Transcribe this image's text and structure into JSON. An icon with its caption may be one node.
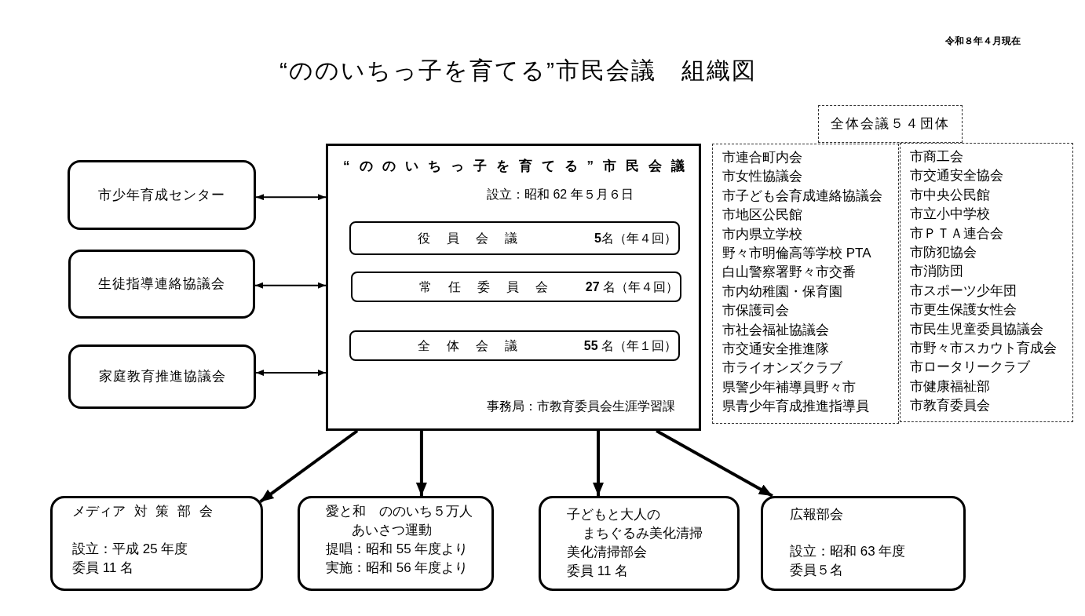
{
  "diagram": {
    "title": "“ののいちっ子を育てる”市民会議　組織図",
    "nodes": [
      {
        "text": [
          "“ののいちっ子を育てる”市民会議",
          "設立：昭和 62 年５月６日",
          "事務局：市教育委員会生涯学習課"
        ]
      },
      {
        "text": [
          "役員会議",
          "**5**名（年４回）"
        ],
        "in": 0
      },
      {
        "text": [
          "常任委員会",
          "**27** 名（年４回）"
        ],
        "in": 0
      },
      {
        "text": [
          "全体会議",
          "**55** 名（年１回）"
        ],
        "in": 0
      },
      {
        "text": [
          "市少年育成センター"
        ]
      },
      {
        "text": [
          "生徒指導連絡協議会"
        ]
      },
      {
        "text": [
          "家庭教育推進協議会"
        ]
      },
      {
        "text": [
          "全体会議５４団体"
        ]
      },
      {
        "text": [
          "市連合町内会",
          "市女性協議会",
          "市子ども会育成連絡協議会",
          "市地区公民館",
          "市内県立学校",
          "野々市明倫高等学校 PTA",
          "白山警察署野々市交番",
          "市内幼稚園・保育園",
          "市保護司会",
          "市社会福祉協議会",
          "市交通安全推進隊",
          "市ライオンズクラブ",
          "県警少年補導員野々市",
          "県青少年育成推進指導員"
        ]
      },
      {
        "text": [
          "市商工会",
          "市交通安全協会",
          "市中央公民館",
          "市立小中学校",
          "市ＰＴＡ連合会",
          "市防犯協会",
          "市消防団",
          "市スポーツ少年団",
          "市更生保護女性会",
          "市民生児童委員協議会",
          "市野々市スカウト育成会",
          "市ロータリークラブ",
          "市健康福祉部",
          "市教育委員会"
        ]
      },
      {
        "text": [
          "メディア 対 策 部 会",
          "設立：平成 25 年度",
          "委員 11 名"
        ]
      },
      {
        "text": [
          "愛と和　ののいち５万人",
          "あいさつ運動",
          "提唱：昭和 55 年度より",
          "実施：昭和 56 年度より"
        ]
      },
      {
        "text": [
          "子どもと大人の",
          "まちぐるみ美化清掃",
          "美化清掃部会",
          "委員 11 名"
        ]
      },
      {
        "text": [
          "広報部会",
          "設立：昭和 63 年度",
          "委員５名"
        ]
      }
    ],
    "edges": [
      {
        "from": 4,
        "to": 0,
        "arrow": "both"
      },
      {
        "from": 5,
        "to": 0,
        "arrow": "both"
      },
      {
        "from": 6,
        "to": 0,
        "arrow": "both"
      },
      {
        "from": 0,
        "to": 10,
        "arrow": "to"
      },
      {
        "from": 0,
        "to": 11,
        "arrow": "to"
      },
      {
        "from": 0,
        "to": 12,
        "arrow": "to"
      },
      {
        "from": 0,
        "to": 13,
        "arrow": "to"
      }
    ],
    "labels": [
      "令和８年４月現在"
    ]
  }
}
